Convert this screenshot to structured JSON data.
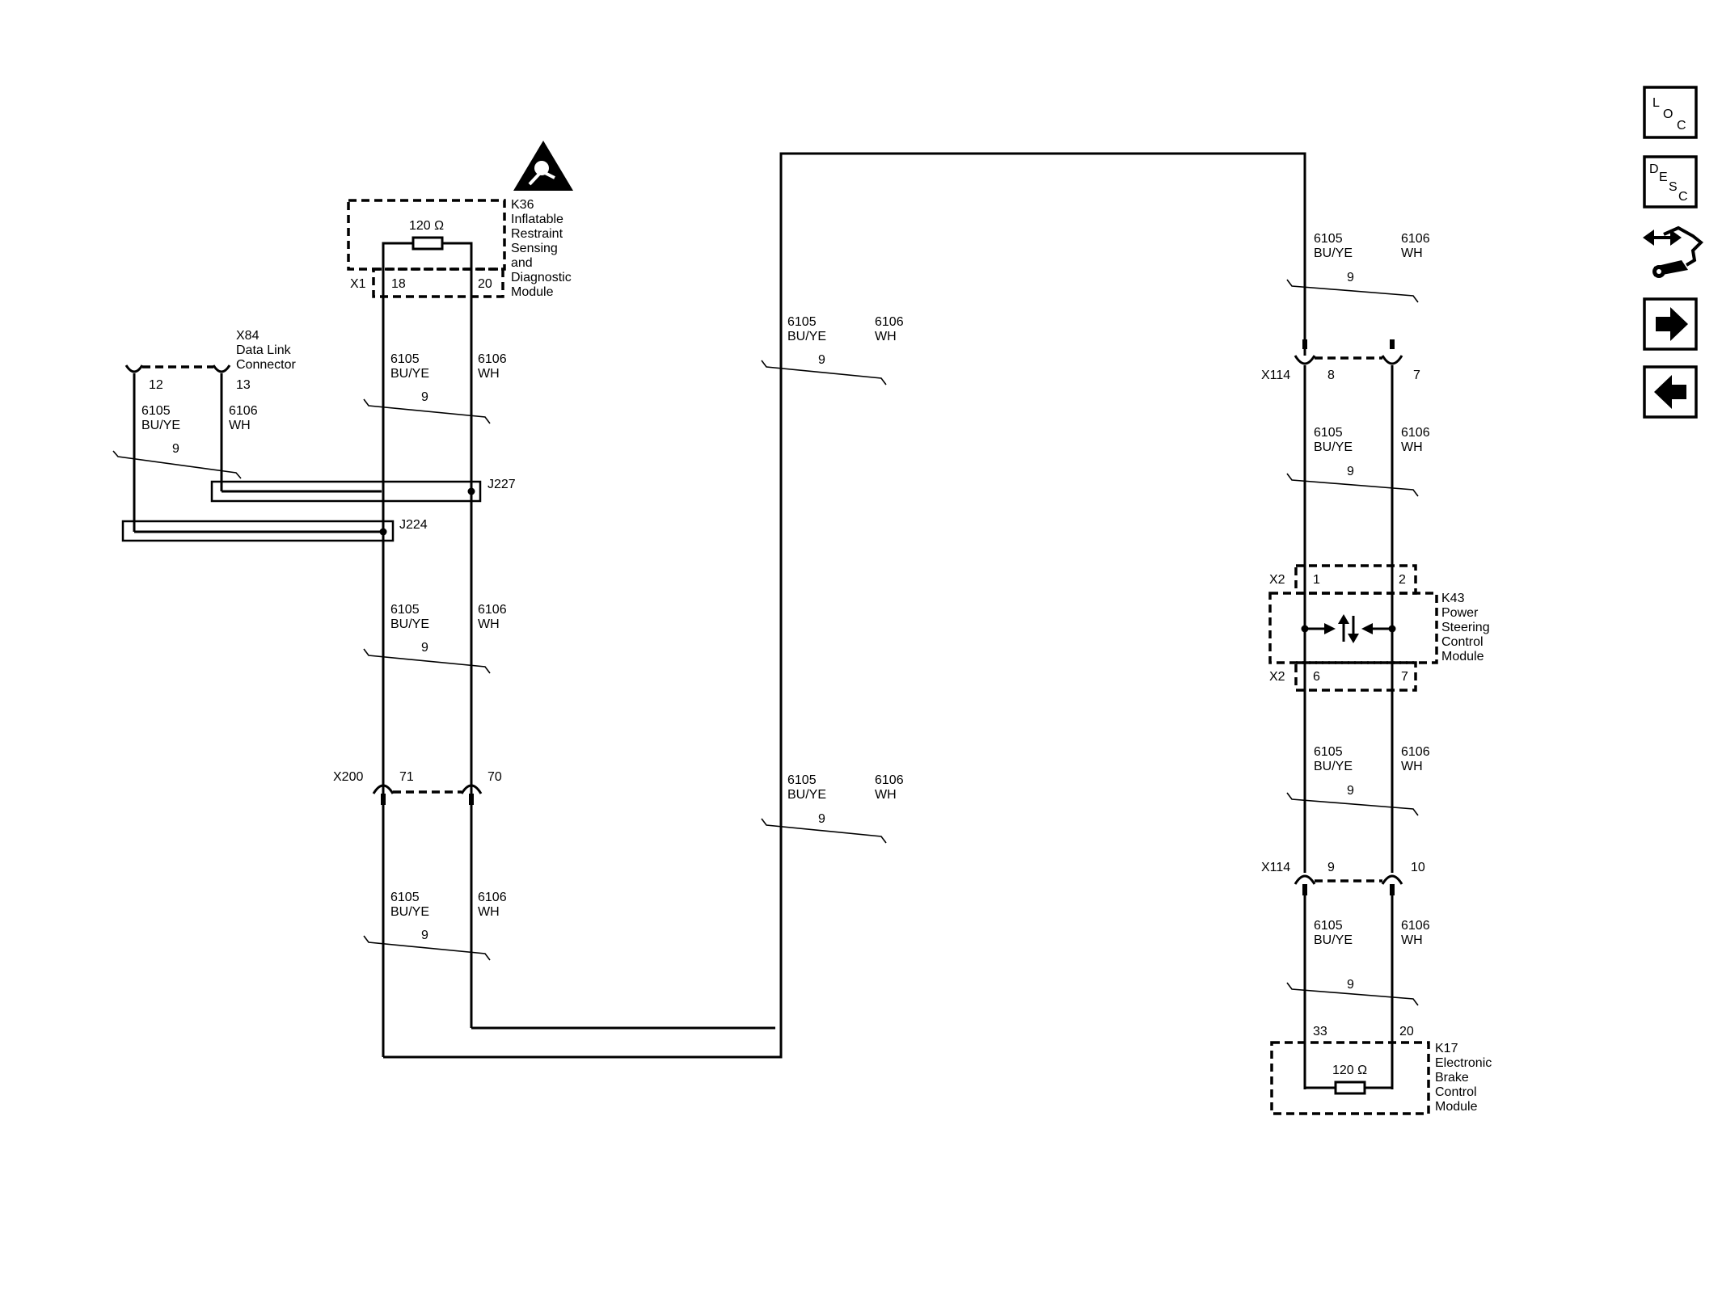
{
  "wires": {
    "bu": {
      "circuit": "6105",
      "color": "BU/YE",
      "gauge": "9"
    },
    "wh": {
      "circuit": "6106",
      "color": "WH"
    }
  },
  "modules": {
    "k36": {
      "id": "K36",
      "lines": [
        "Inflatable",
        "Restraint",
        "Sensing",
        "and",
        "Diagnostic",
        "Module"
      ],
      "resistor": "120 Ω",
      "connector": "X1",
      "pins": [
        "18",
        "20"
      ]
    },
    "k43": {
      "id": "K43",
      "lines": [
        "Power",
        "Steering",
        "Control",
        "Module"
      ],
      "connector_top": "X2",
      "pins_top": [
        "1",
        "2"
      ],
      "connector_bottom": "X2",
      "pins_bottom": [
        "6",
        "7"
      ]
    },
    "k17": {
      "id": "K17",
      "lines": [
        "Electronic",
        "Brake",
        "Control",
        "Module"
      ],
      "resistor": "120 Ω",
      "pins": [
        "33",
        "20"
      ]
    }
  },
  "connectors": {
    "x84": {
      "id": "X84",
      "lines": [
        "Data Link",
        "Connector"
      ],
      "pins": [
        "12",
        "13"
      ]
    },
    "x200": {
      "id": "X200",
      "pins": [
        "71",
        "70"
      ]
    },
    "x114_top": {
      "id": "X114",
      "pins": [
        "8",
        "7"
      ]
    },
    "x114_bottom": {
      "id": "X114",
      "pins": [
        "9",
        "10"
      ]
    }
  },
  "splices": {
    "j227": "J227",
    "j224": "J224"
  },
  "nav": {
    "loc": [
      "L",
      "O",
      "C"
    ],
    "desc": [
      "D",
      "E",
      "S",
      "C"
    ]
  },
  "icons": [
    "airbag-warning-icon",
    "power-steering-icon",
    "arrow-right-icon",
    "arrow-left-icon"
  ]
}
